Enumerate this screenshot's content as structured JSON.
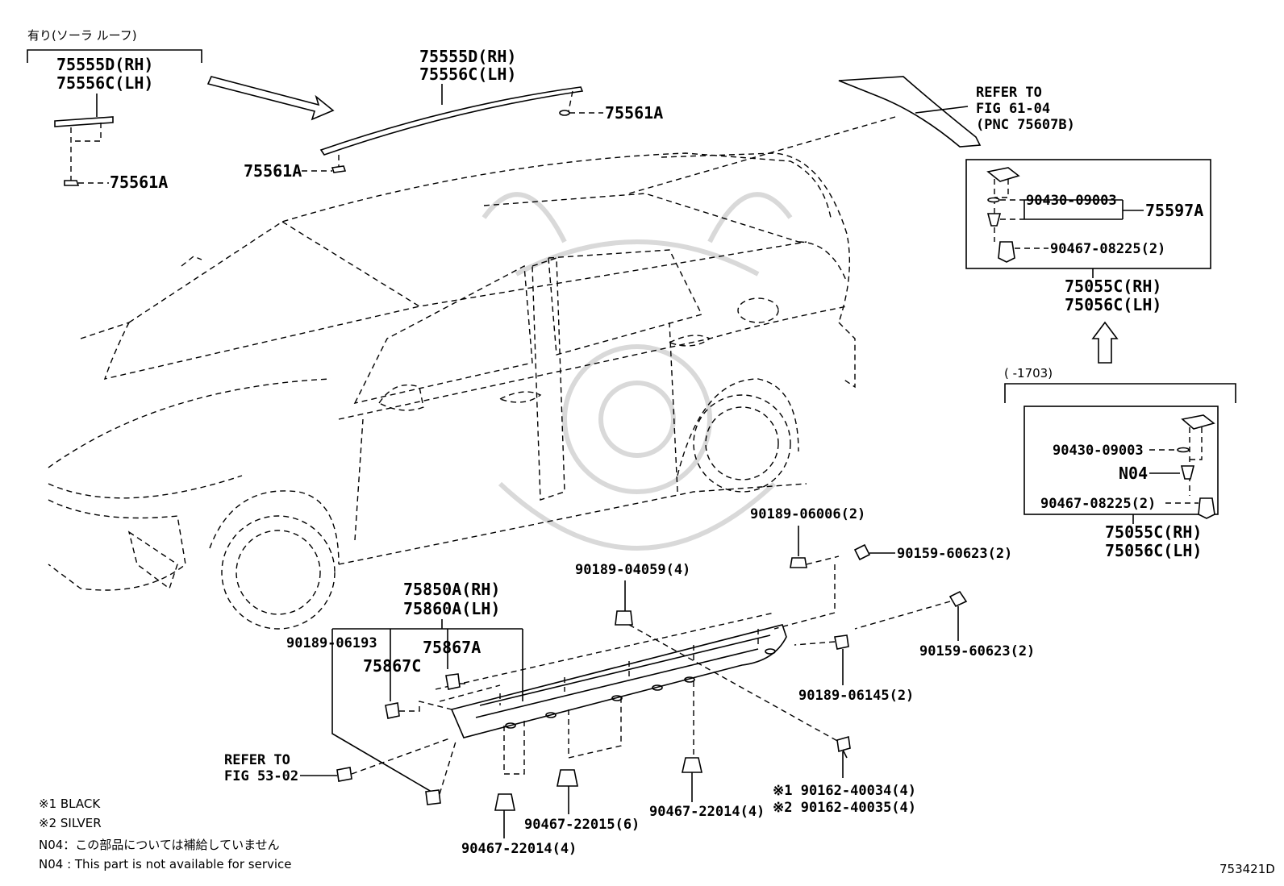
{
  "labels": {
    "top_left_note": "有り(ソーラ ルーフ)",
    "tl_rh": "75555D(RH)",
    "tl_lh": "75556C(LH)",
    "tl_clip": "75561A",
    "top_rh": "75555D(RH)",
    "top_lh": "75556C(LH)",
    "top_clip_right": "75561A",
    "top_clip_left": "75561A",
    "refer1_a": "REFER TO",
    "refer1_b": "FIG 61-04",
    "refer1_c": "(PNC 75607B)",
    "box1_p1": "90430-09003",
    "box1_p2": "75597A",
    "box1_p3": "90467-08225(2)",
    "box1_rh": "75055C(RH)",
    "box1_lh": "75056C(LH)",
    "range": "(      -1703)",
    "box2_p1": "90430-09003",
    "box2_p2": "N04",
    "box2_p3": "90467-08225(2)",
    "box2_rh": "75055C(RH)",
    "box2_lh": "75056C(LH)",
    "p_060062": "90189-06006(2)",
    "p_159a": "90159-60623(2)",
    "p_04059": "90189-04059(4)",
    "sill_rh": "75850A(RH)",
    "sill_lh": "75860A(LH)",
    "p_06193": "90189-06193",
    "p_75867a": "75867A",
    "p_75867c": "75867C",
    "p_159b": "90159-60623(2)",
    "p_06145": "90189-06145(2)",
    "refer2_a": "REFER TO",
    "refer2_b": "FIG 53-02",
    "screw1": "※1 90162-40034(4)",
    "screw2": "※2 90162-40035(4)",
    "p_22015": "90467-22015(6)",
    "p_22014a": "90467-22014(4)",
    "p_22014b": "90467-22014(4)"
  },
  "notes": {
    "n1": "※1 BLACK",
    "n2": "※2 SILVER",
    "n3": "N04：この部品については補給していません",
    "n4": "N04 : This part is not available for service"
  },
  "diagram_id": "753421D"
}
